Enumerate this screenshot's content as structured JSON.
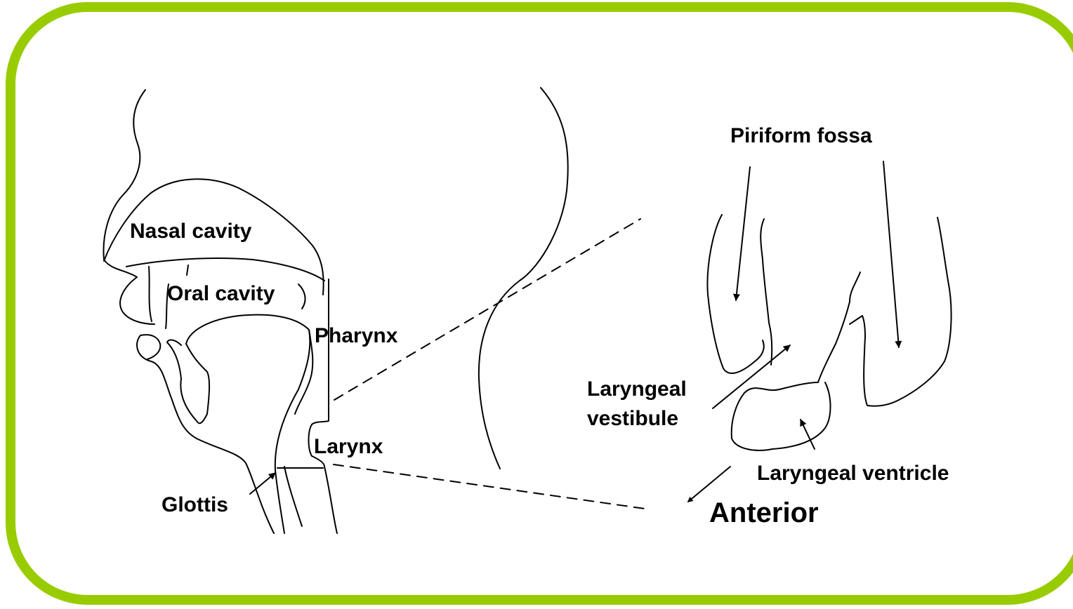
{
  "labels": {
    "nasal_cavity": "Nasal cavity",
    "oral_cavity": "Oral cavity",
    "pharynx": "Pharynx",
    "larynx": "Larynx",
    "glottis": "Glottis",
    "piriform_fossa": "Piriform fossa",
    "laryngeal_vestibule_line1": "Laryngeal",
    "laryngeal_vestibule_line2": "vestibule",
    "laryngeal_ventricle": "Laryngeal ventricle",
    "anterior": "Anterior"
  },
  "colors": {
    "frame_border": "#99cc00",
    "line": "#000000",
    "background": "#ffffff"
  }
}
